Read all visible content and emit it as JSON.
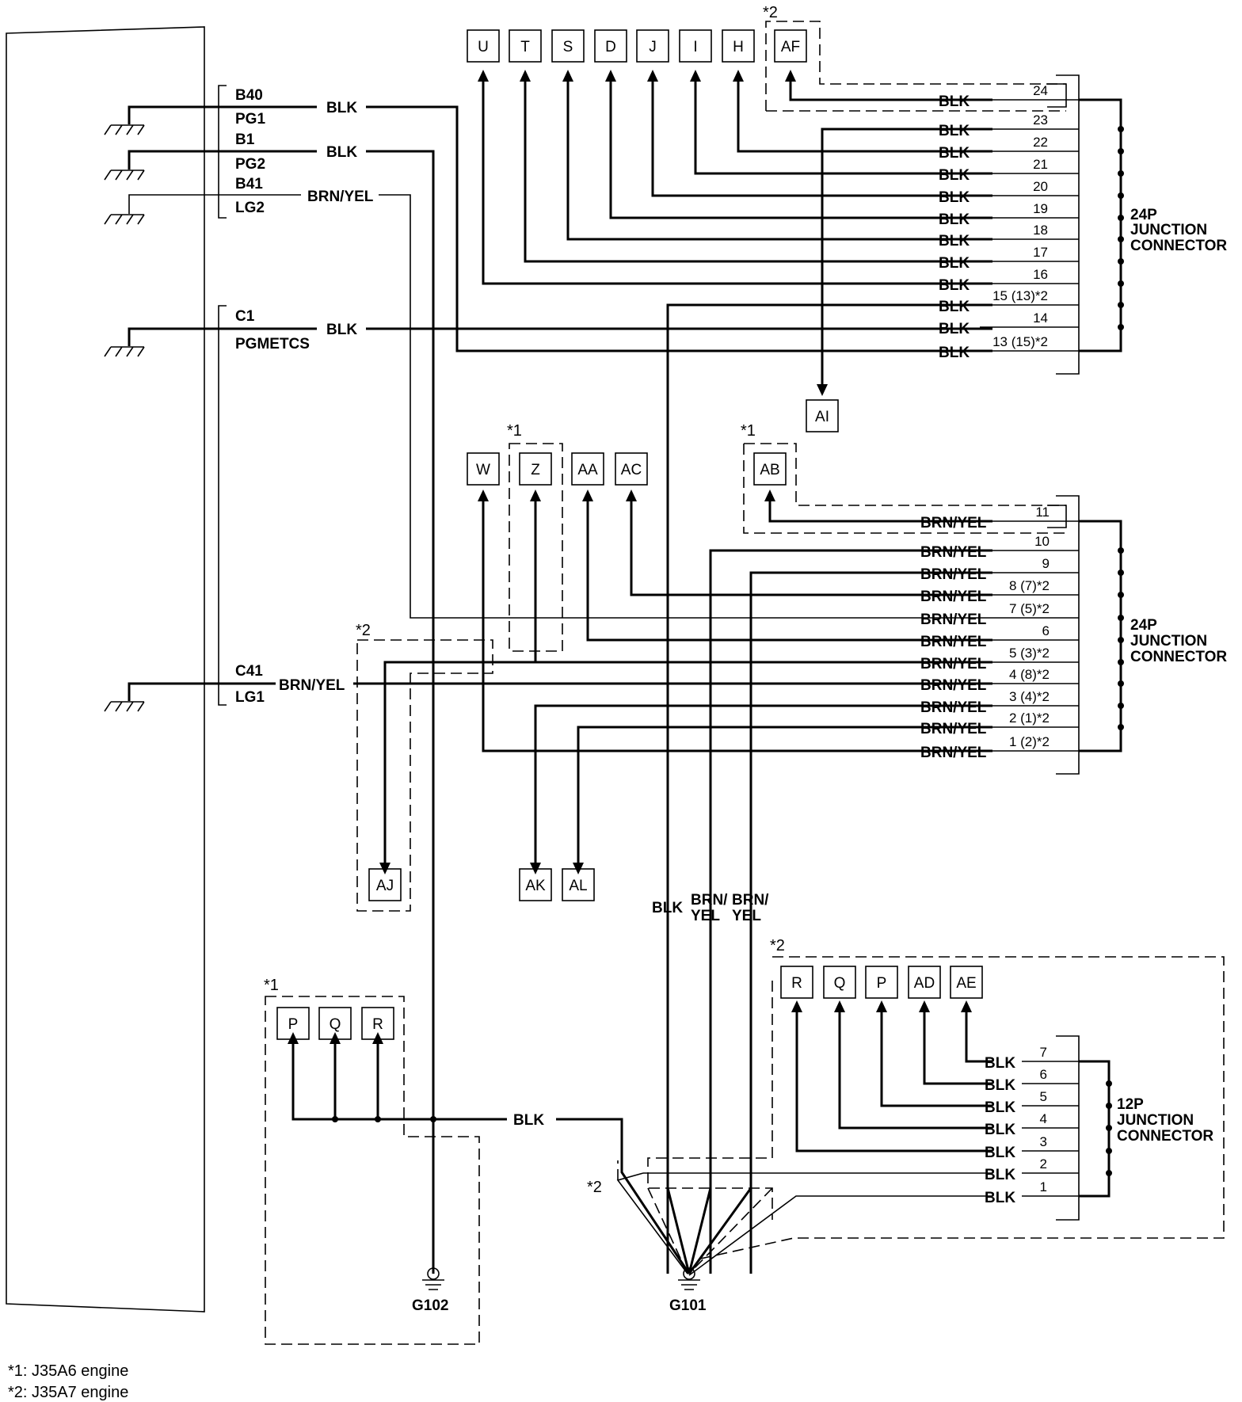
{
  "ecm_pins": [
    {
      "pin": "B40",
      "name": "PG1",
      "color": "BLK"
    },
    {
      "pin": "B1",
      "name": "PG2",
      "color": "BLK"
    },
    {
      "pin": "B41",
      "name": "LG2",
      "color": "BRN/YEL"
    },
    {
      "pin": "C1",
      "name": "PGMETCS",
      "color": "BLK"
    },
    {
      "pin": "C41",
      "name": "LG1",
      "color": "BRN/YEL"
    }
  ],
  "connector_top": {
    "label": "24P JUNCTION CONNECTOR",
    "label_lines": [
      "24P",
      "JUNCTION",
      "CONNECTOR"
    ],
    "color": "BLK",
    "pins": [
      "24",
      "23",
      "22",
      "21",
      "20",
      "19",
      "18",
      "17",
      "16",
      "15 (13)*2",
      "14",
      "13 (15)*2"
    ],
    "boxes": [
      "U",
      "T",
      "S",
      "D",
      "J",
      "I",
      "H",
      "AF",
      "AI"
    ],
    "af_note": "*2"
  },
  "connector_mid": {
    "label": "24P JUNCTION CONNECTOR",
    "label_lines": [
      "24P",
      "JUNCTION",
      "CONNECTOR"
    ],
    "color": "BRN/YEL",
    "pins": [
      "11",
      "10",
      "9",
      "8 (7)*2",
      "7 (5)*2",
      "6",
      "5 (3)*2",
      "4 (8)*2",
      "3 (4)*2",
      "2 (1)*2",
      "1 (2)*2"
    ],
    "boxes": [
      "W",
      "Z",
      "AA",
      "AC",
      "AB",
      "AJ",
      "AK",
      "AL"
    ],
    "z_note": "*1",
    "ab_note": "*1",
    "aj_note": "*2"
  },
  "connector_bottom": {
    "label": "12P JUNCTION CONNECTOR",
    "label_lines": [
      "12P",
      "JUNCTION",
      "CONNECTOR"
    ],
    "color": "BLK",
    "pins": [
      "7",
      "6",
      "5",
      "4",
      "3",
      "2",
      "1"
    ],
    "boxes": [
      "R",
      "Q",
      "P",
      "AD",
      "AE"
    ],
    "note": "*2"
  },
  "g102_group": {
    "note": "*1",
    "boxes": [
      "P",
      "Q",
      "R"
    ],
    "wire": "BLK",
    "ground": "G102"
  },
  "g101": {
    "ground": "G101",
    "note": "*2",
    "vertical_labels": [
      "BLK",
      "BRN/",
      "YEL",
      "BRN/",
      "YEL"
    ]
  },
  "footnotes": [
    "*1: J35A6 engine",
    "*2: J35A7 engine"
  ]
}
